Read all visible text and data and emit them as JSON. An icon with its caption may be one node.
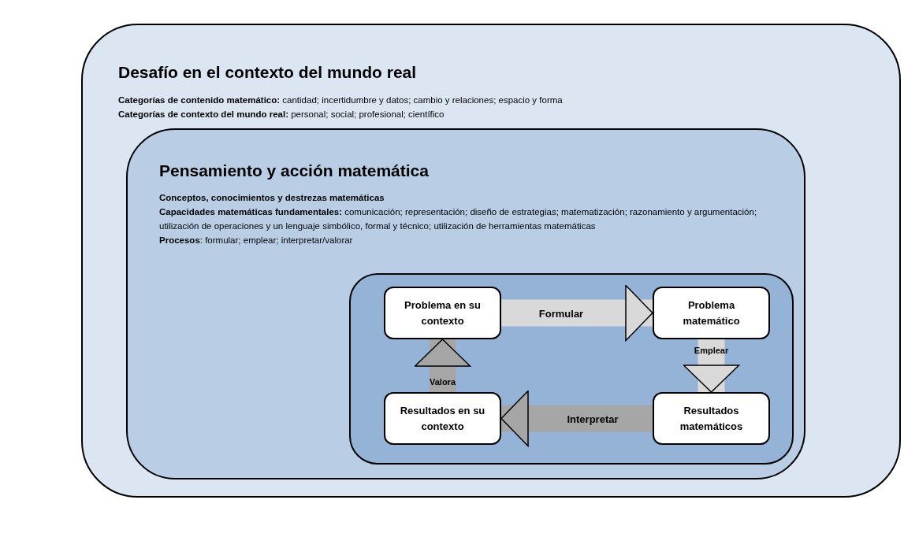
{
  "diagram": {
    "nodes": [
      {
        "text": [
          "Desafío en el contexto del mundo real",
          "**Categorías de contenido matemático:** cantidad; incertidumbre y datos; cambio y relaciones; espacio y forma",
          "**Categorías de contexto del mundo real:** personal; social; profesional; científico"
        ]
      },
      {
        "text": [
          "Pensamiento y acción matemática",
          "Conceptos, conocimientos y destrezas matemáticas",
          "**Capacidades matemáticas fundamentales:** comunicación; representación; diseño de estrategias; matematización; razonamiento y argumentación; utilización de operaciones y un lenguaje simbólico, formal y técnico; utilización de herramientas matemáticas",
          "**Procesos**: formular; emplear; interpretar/valorar"
        ],
        "in": 0
      },
      {
        "text": [],
        "shape": "box",
        "in": 1
      },
      {
        "text": [
          "Problema en su contexto"
        ],
        "in": 2
      },
      {
        "text": [
          "Problema matemático"
        ],
        "in": 2
      },
      {
        "text": [
          "Resultados en su contexto"
        ],
        "in": 2
      },
      {
        "text": [
          "Resultados matemáticos"
        ],
        "in": 2
      }
    ],
    "edges": [
      {
        "from": 3,
        "to": 4,
        "arrow": "to",
        "label": "Formular"
      },
      {
        "from": 4,
        "to": 6,
        "arrow": "to",
        "label": "Emplear"
      },
      {
        "from": 6,
        "to": 5,
        "arrow": "to",
        "label": "Interpretar",
        "color": "#a6a6a6"
      },
      {
        "from": 5,
        "to": 3,
        "arrow": "to",
        "label": "Valora",
        "color": "#a6a6a6"
      }
    ]
  }
}
